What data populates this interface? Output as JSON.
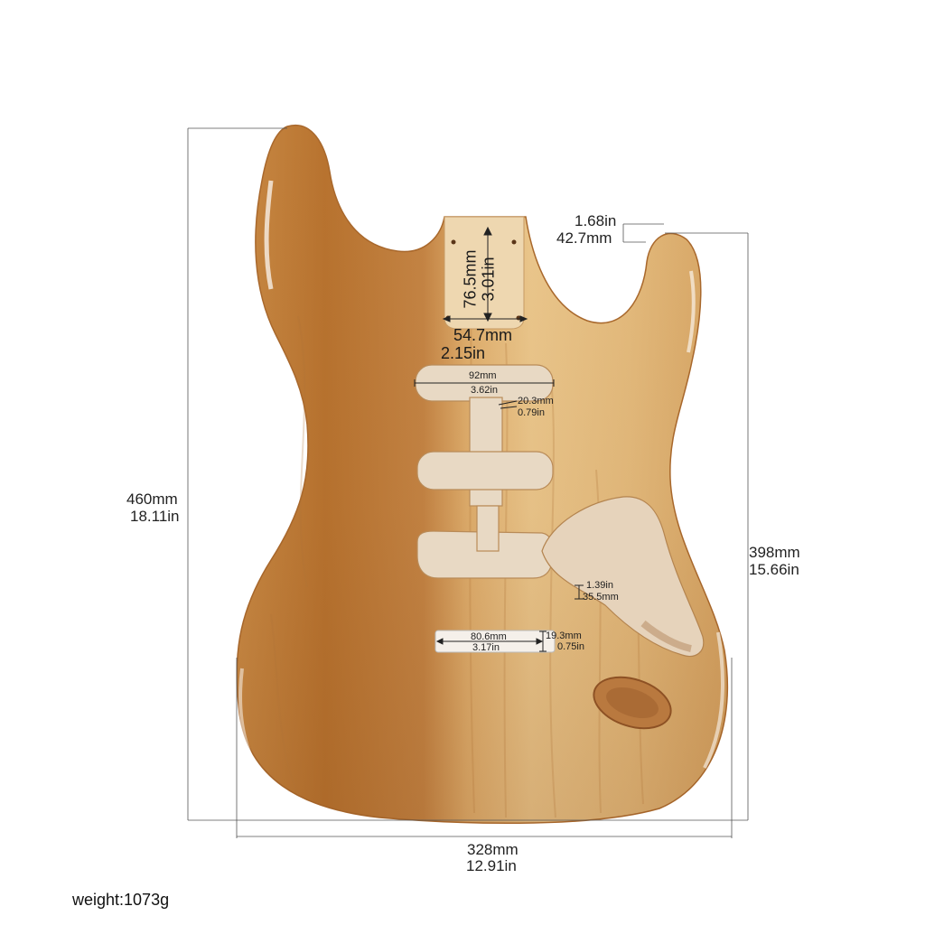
{
  "image": {
    "subject": "guitar-body",
    "wood_colors": {
      "light": "#e9c58c",
      "mid": "#d9a565",
      "dark": "#b06f32",
      "cavity": "#e9dccb"
    }
  },
  "dimensions": {
    "total_height_mm": "460mm",
    "total_height_in": "18.11in",
    "horn_height_mm": "398mm",
    "horn_height_in": "15.66in",
    "width_mm": "328mm",
    "width_in": "12.91in",
    "horn_offset_in": "1.68in",
    "horn_offset_mm": "42.7mm",
    "neck_pocket_length_mm": "76.5mm",
    "neck_pocket_length_in": "3.01in",
    "neck_pocket_width_mm": "54.7mm",
    "neck_pocket_width_in": "2.15in",
    "pickup_cavity_width_mm": "92mm",
    "pickup_cavity_width_in": "3.62in",
    "channel_width_mm": "20.3mm",
    "channel_width_in": "0.79in",
    "control_cavity_in": "1.39in",
    "control_cavity_mm": "35.5mm",
    "bridge_slot_length_mm": "80.6mm",
    "bridge_slot_length_in": "3.17in",
    "bridge_slot_width_mm": "19.3mm",
    "bridge_slot_width_in": "0.75in"
  },
  "weight": "weight:1073g"
}
